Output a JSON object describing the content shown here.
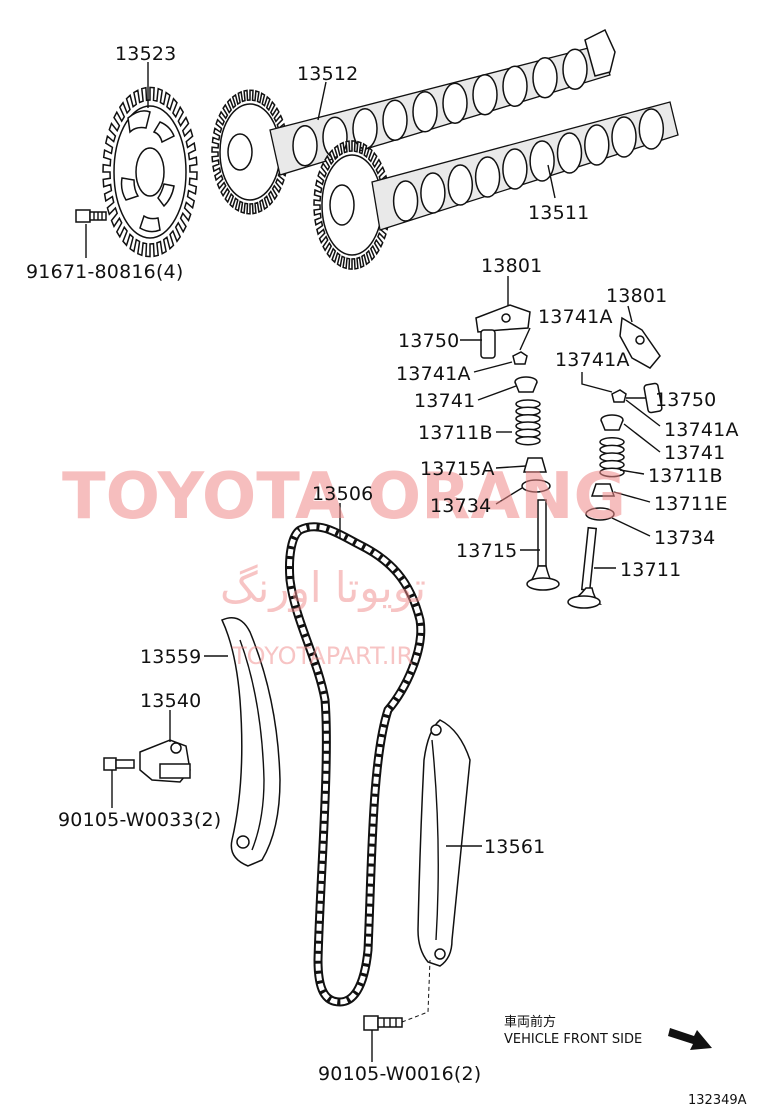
{
  "diagram": {
    "labels": {
      "p13523": "13523",
      "p13512": "13512",
      "p13511": "13511",
      "p91671": "91671-80816(4)",
      "p13801a": "13801",
      "p13801b": "13801",
      "p13750a": "13750",
      "p13741Aa": "13741A",
      "p13741Ab": "13741A",
      "p13741Ac": "13741A",
      "p13741Ad": "13741A",
      "p13741a": "13741",
      "p13741b": "13741",
      "p13750b": "13750",
      "p13711Ba": "13711B",
      "p13711Bb": "13711B",
      "p13715A": "13715A",
      "p13711E": "13711E",
      "p13734a": "13734",
      "p13734b": "13734",
      "p13506": "13506",
      "p13715": "13715",
      "p13711": "13711",
      "p13559": "13559",
      "p13540": "13540",
      "p90105a": "90105-W0033(2)",
      "p13561": "13561",
      "p90105b": "90105-W0016(2)"
    },
    "direction": {
      "jp": "車両前方",
      "en": "VEHICLE FRONT SIDE"
    },
    "figure_id": "132349A",
    "watermark": {
      "brand": "TOYOTA ORANG",
      "persian": "تویوتا اورنگ",
      "site": "TOYOTAPART.IR"
    }
  }
}
